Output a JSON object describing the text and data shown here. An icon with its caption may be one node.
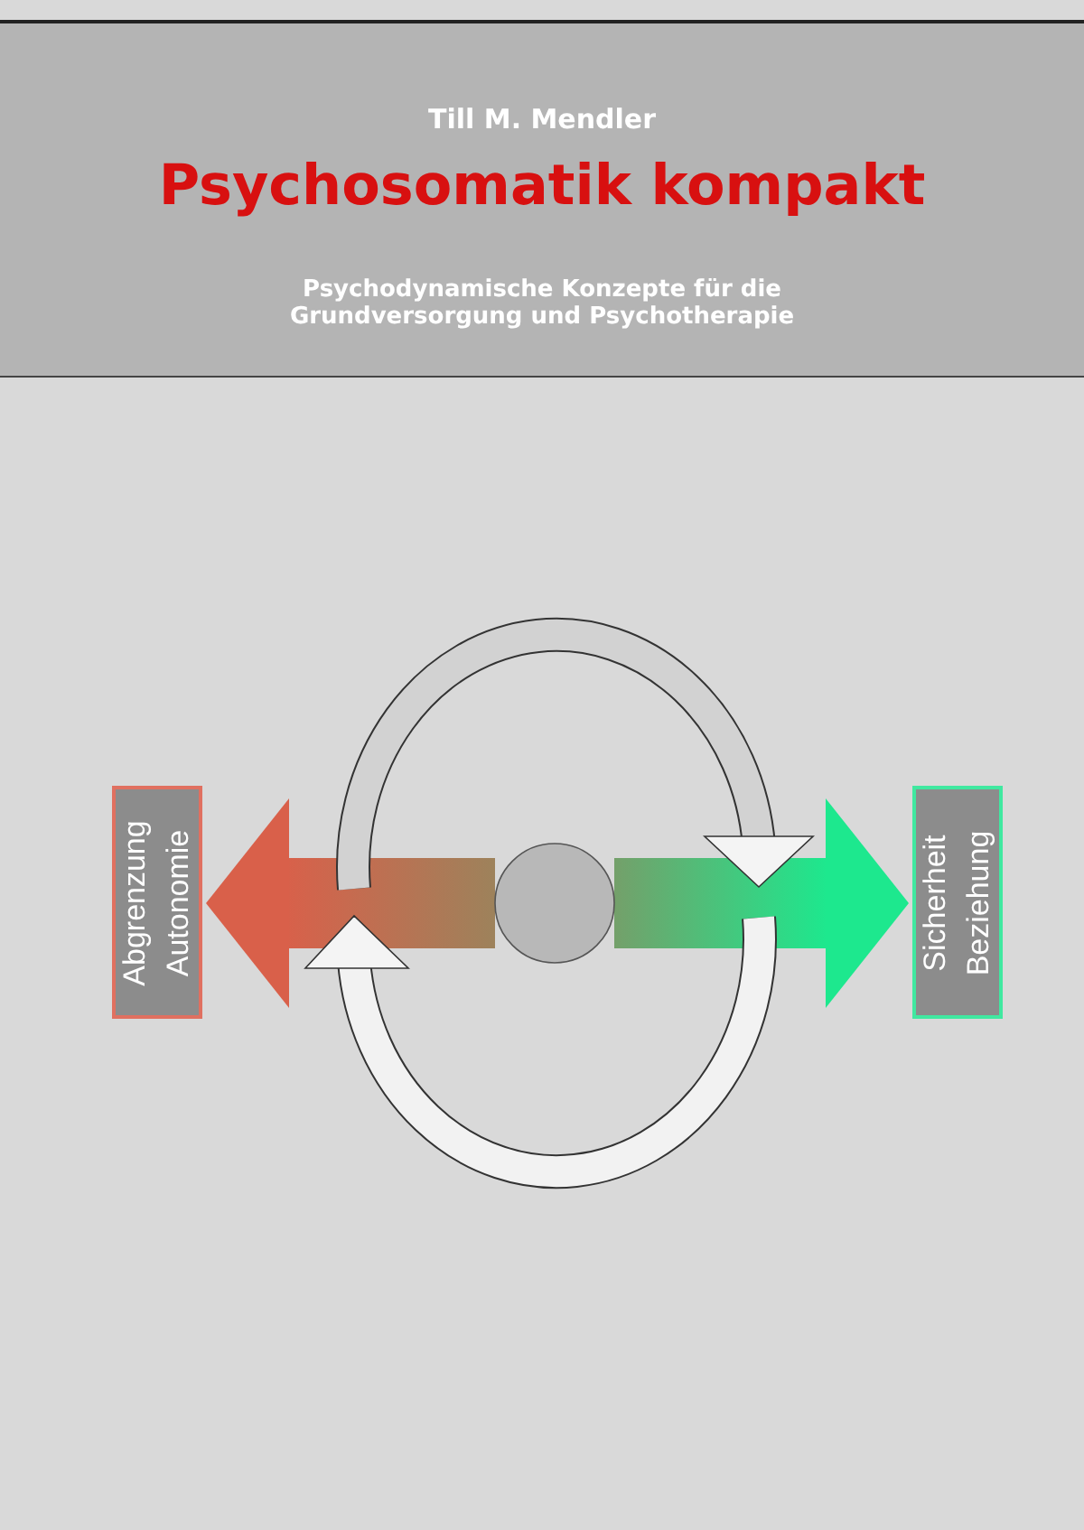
{
  "diagram": {
    "nodes": [
      {
        "text": [
          "Till M. Mendler",
          "Psychosomatik kompakt",
          "Psychodynamische Konzepte für die Grundversorgung und Psychotherapie"
        ]
      },
      {
        "text": [
          "Abgrenzung Autonomie"
        ]
      },
      {
        "text": [],
        "shape": "circle"
      },
      {
        "text": [
          "Sicherheit Beziehung"
        ]
      }
    ],
    "edges": [
      {
        "from": 2,
        "to": 1,
        "arrow": "to"
      },
      {
        "from": 2,
        "to": 3,
        "arrow": "to"
      }
    ]
  }
}
